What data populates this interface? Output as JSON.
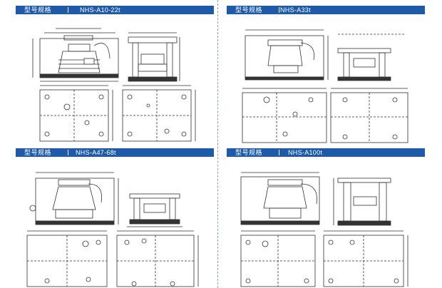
{
  "panels": [
    {
      "label": "型号规格",
      "model": "NHS-A10-22t"
    },
    {
      "label": "型号规格",
      "model": "NHS-A33t"
    },
    {
      "label": "型号规格",
      "model": "NHS-A47-68t"
    },
    {
      "label": "型号规格",
      "model": "NHS-A100t"
    }
  ],
  "colors": {
    "header": "#1e5aa8",
    "line": "#333333"
  }
}
